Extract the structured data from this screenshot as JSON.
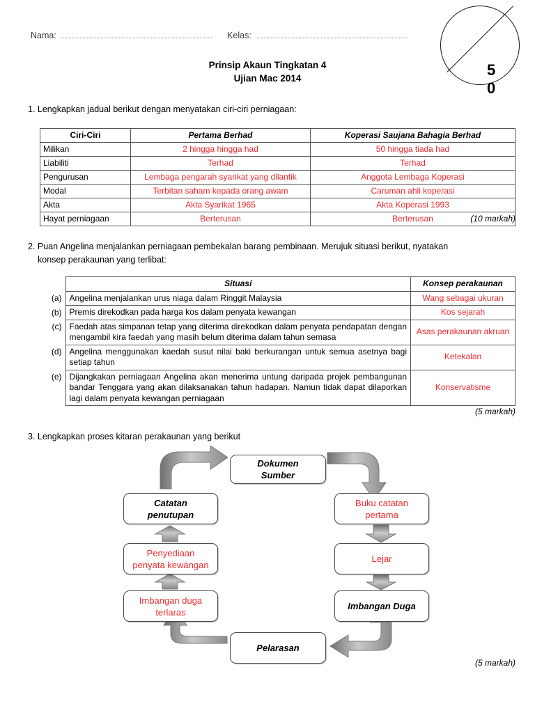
{
  "header": {
    "name_label": "Nama:",
    "class_label": "Kelas:",
    "title_line1": "Prinsip Akaun Tingkatan 4",
    "title_line2": "Ujian Mac 2014",
    "mark_circle": {
      "digit_top": "5",
      "digit_bottom": "0"
    }
  },
  "questions": {
    "q1": "1. Lengkapkan jadual berikut dengan menyatakan ciri-ciri perniagaan:",
    "q2_line1": "2. Puan Angelina menjalankan perniagaan pembekalan barang pembinaan. Merujuk situasi berikut, nyatakan",
    "q2_line2": "konsep perakaunan yang terlibat:",
    "q3": "3. Lengkapkan proses kitaran perakaunan yang berikut"
  },
  "marks": {
    "q1": "(10 markah)",
    "q2": "(5 markah)",
    "q3": "(5 markah)"
  },
  "table1": {
    "headers": [
      "Ciri-Ciri",
      "Pertama Berhad",
      "Koperasi Saujana Bahagia Berhad"
    ],
    "rows": [
      {
        "label": "Milikan",
        "pertama": "2  hingga hingga had",
        "koperasi": "50 hingga tiada had"
      },
      {
        "label": "Liabiliti",
        "pertama": "Terhad",
        "koperasi": "Terhad"
      },
      {
        "label": "Pengurusan",
        "pertama": "Lembaga pengarah syarikat yang dilantik",
        "koperasi": "Anggota Lembaga Koperasi"
      },
      {
        "label": "Modal",
        "pertama": "Terbitan saham kepada orang awam",
        "koperasi": "Caruman ahli koperasi"
      },
      {
        "label": "Akta",
        "pertama": "Akta Syarikat 1965",
        "koperasi": "Akta Koperasi 1993"
      },
      {
        "label": "Hayat perniagaan",
        "pertama": "Berterusan",
        "koperasi": "Berterusan"
      }
    ]
  },
  "table2": {
    "headers": [
      "Situasi",
      "Konsep perakaunan"
    ],
    "rows": [
      {
        "idx": "(a)",
        "situasi": "Angelina menjalankan urus niaga dalam Ringgit Malaysia",
        "konsep": "Wang sebagai ukuran"
      },
      {
        "idx": "(b)",
        "situasi": "Premis direkodkan pada harga kos dalam penyata kewangan",
        "konsep": "Kos sejarah"
      },
      {
        "idx": "(c)",
        "situasi": "Faedah atas simpanan tetap yang diterima direkodkan dalam penyata pendapatan dengan mengambil kira faedah yang masih belum diterima dalam tahun semasa",
        "konsep": "Asas perakaunan akruan"
      },
      {
        "idx": "(d)",
        "situasi": "Angelina menggunakan kaedah susut nilai baki berkurangan untuk semua asetnya bagi setiap tahun",
        "konsep": "Ketekalan"
      },
      {
        "idx": "(e)",
        "situasi": "Dijangkakan perniagaan Angelina akan menerima untung daripada projek pembangunan bandar Tenggara yang akan dilaksanakan tahun hadapan. Namun tidak dapat dilaporkan lagi dalam penyata kewangan perniagaan",
        "konsep": "Konservatisme"
      }
    ]
  },
  "diagram": {
    "nodes": [
      {
        "id": "dokumen",
        "label": "Dokumen\nSumber",
        "style": "bold"
      },
      {
        "id": "buku",
        "label": "Buku catatan\npertama",
        "style": "red"
      },
      {
        "id": "lejar",
        "label": "Lejar",
        "style": "red"
      },
      {
        "id": "imbangan",
        "label": "Imbangan Duga",
        "style": "bold"
      },
      {
        "id": "pelarasan",
        "label": "Pelarasan",
        "style": "bold"
      },
      {
        "id": "imbterlaras",
        "label": "Imbangan duga\nterlaras",
        "style": "red"
      },
      {
        "id": "penyediaan",
        "label": "Penyediaan\npenyata kewangan",
        "style": "red"
      },
      {
        "id": "catatan",
        "label": "Catatan\npenutupan",
        "style": "bold"
      }
    ],
    "node_labels": {
      "dokumen_l1": "Dokumen",
      "dokumen_l2": "Sumber",
      "buku_l1": "Buku catatan",
      "buku_l2": "pertama",
      "lejar": "Lejar",
      "imbangan": "Imbangan Duga",
      "pelarasan": "Pelarasan",
      "imbterlaras_l1": "Imbangan duga",
      "imbterlaras_l2": "terlaras",
      "penyediaan_l1": "Penyediaan",
      "penyediaan_l2": "penyata kewangan",
      "catatan_l1": "Catatan",
      "catatan_l2": "penutupan"
    }
  },
  "colors": {
    "answer_red": "#ee2b30",
    "border_gray": "#555555",
    "arrow_gray": "#9a9a9a"
  }
}
